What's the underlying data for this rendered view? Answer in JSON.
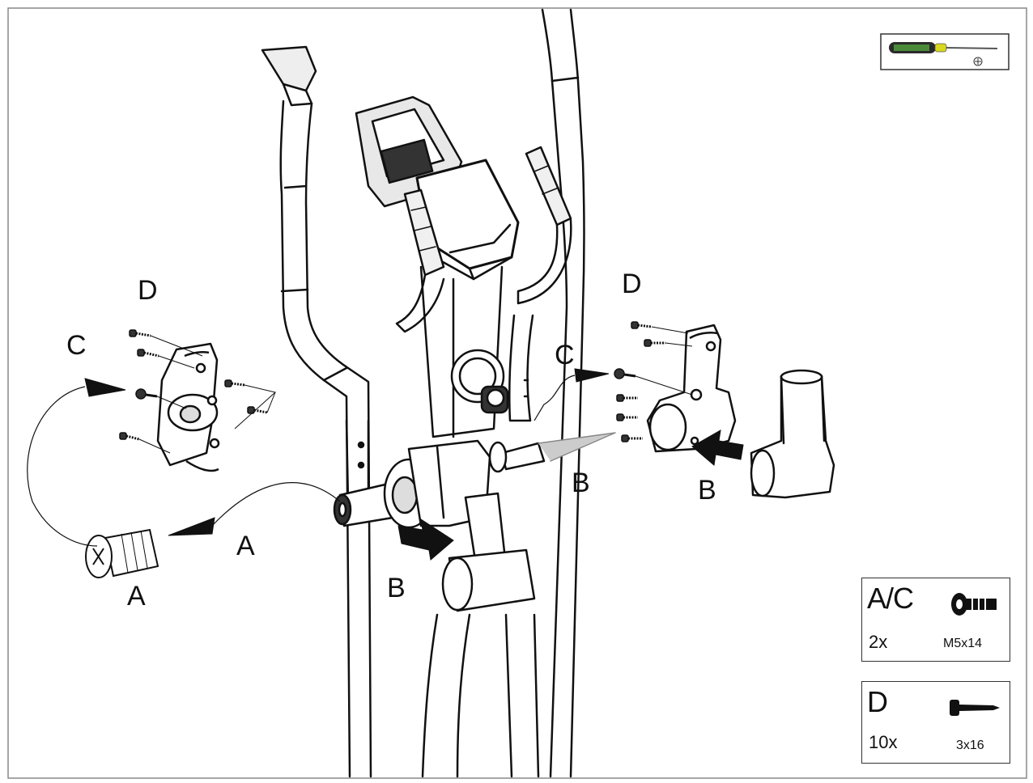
{
  "callouts": {
    "left_d": "D",
    "left_c": "C",
    "left_a_screw": "A",
    "left_a_arrow": "A",
    "right_d": "D",
    "right_c": "C",
    "right_b_upper": "B",
    "right_b_lower": "B",
    "center_b": "B"
  },
  "parts": [
    {
      "code": "A/C",
      "qty": "2x",
      "size": "M5x14",
      "icon": "bolt-icon"
    },
    {
      "code": "D",
      "qty": "10x",
      "size": "3x16",
      "icon": "screw-icon"
    }
  ],
  "tool": {
    "icon": "screwdriver-icon"
  }
}
